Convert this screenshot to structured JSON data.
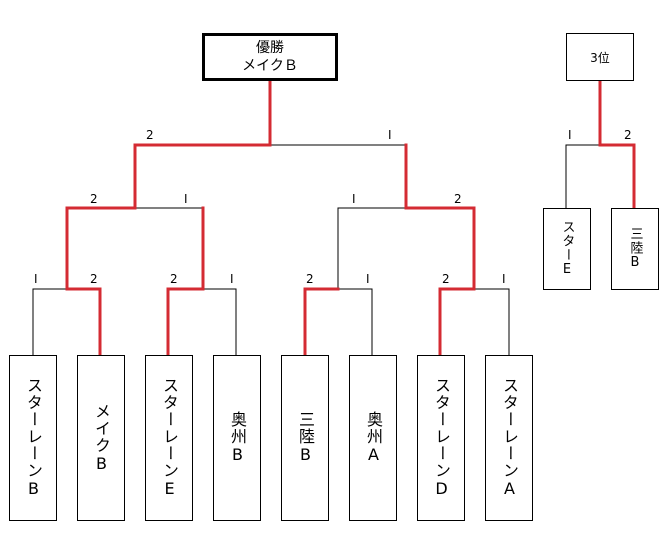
{
  "champion": {
    "title": "優勝",
    "name": "メイクＢ"
  },
  "third_place": {
    "title": "3位",
    "teams": [
      "スターE",
      "三陸B"
    ],
    "scores": [
      "I",
      "2"
    ]
  },
  "teams": [
    "スターレーンB",
    "メイクB",
    "スターレーンE",
    "奥州B",
    "三陸B",
    "奥州A",
    "スターレーンD",
    "スターレーンA"
  ],
  "round1_scores": [
    "I",
    "2",
    "2",
    "I",
    "2",
    "I",
    "2",
    "I"
  ],
  "round2_scores": [
    "2",
    "I",
    "I",
    "2"
  ],
  "final_scores": [
    "2",
    "I"
  ],
  "colors": {
    "line": "#000000",
    "winner_path": "#d42b33"
  }
}
